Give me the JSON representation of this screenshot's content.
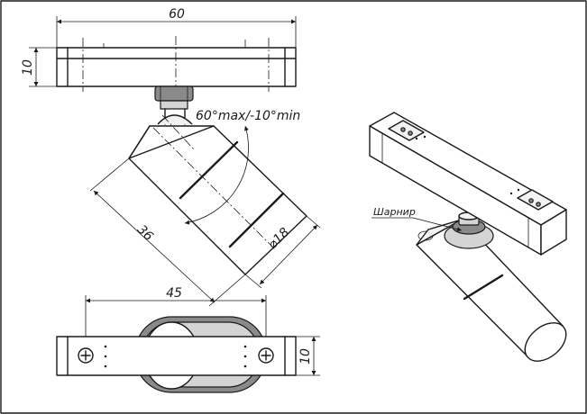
{
  "drawing": {
    "front_view": {
      "width_dim": "60",
      "height_dim": "10",
      "tilt_dim": "60°max/-10°min",
      "length_dim": "36",
      "diameter_dim": "⌀18"
    },
    "bottom_view": {
      "width_dim": "45",
      "height_dim": "10"
    },
    "iso_view": {
      "callout": "Шарнир"
    }
  }
}
